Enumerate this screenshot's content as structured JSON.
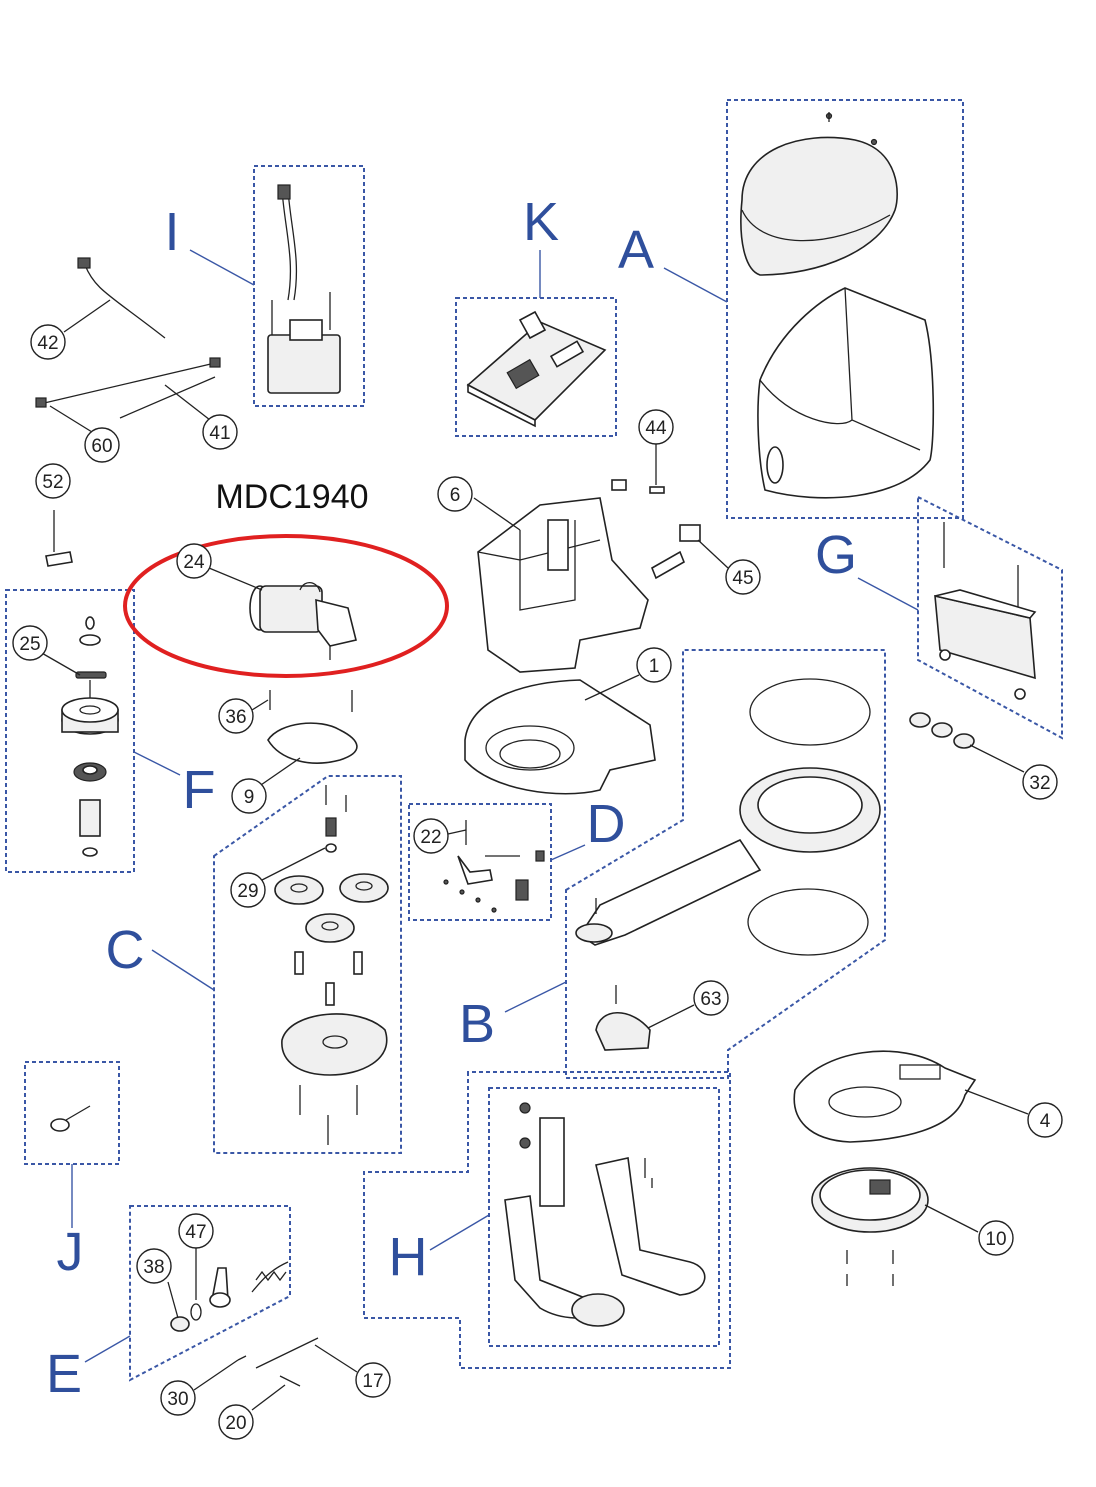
{
  "model_label": "MDC1940",
  "highlight_color": "#e02020",
  "group_color": "#2f4f9c",
  "group_labels": {
    "A": "A",
    "B": "B",
    "C": "C",
    "D": "D",
    "E": "E",
    "F": "F",
    "G": "G",
    "H": "H",
    "I": "I",
    "J": "J",
    "K": "K"
  },
  "part_numbers": {
    "p1": "1",
    "p4": "4",
    "p6": "6",
    "p9": "9",
    "p10": "10",
    "p17": "17",
    "p20": "20",
    "p22": "22",
    "p24": "24",
    "p25": "25",
    "p29": "29",
    "p30": "30",
    "p32": "32",
    "p36": "36",
    "p38": "38",
    "p41": "41",
    "p42": "42",
    "p44": "44",
    "p45": "45",
    "p47": "47",
    "p52": "52",
    "p60": "60",
    "p63": "63"
  }
}
